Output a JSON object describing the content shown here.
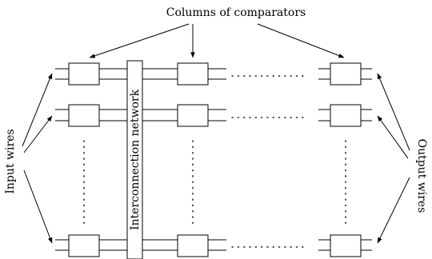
{
  "labels": {
    "top": "Columns of comparators",
    "left": "Input wires",
    "right": "Output wires",
    "network": "Interconnection network"
  }
}
